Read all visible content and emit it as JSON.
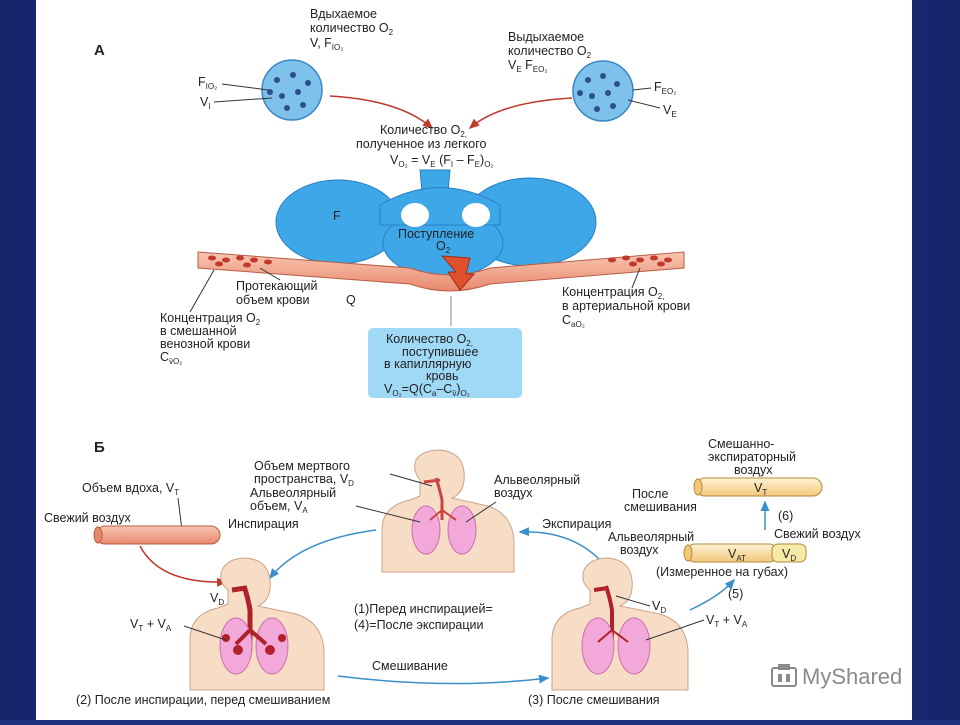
{
  "panel_a": {
    "letter": "А",
    "inhaled": {
      "line1": "Вдыхаемое",
      "line2": "количество O",
      "line2_sub": "2",
      "line3": "V, F",
      "line3_sub": "IO₂",
      "f_label": "F",
      "f_sub": "IO₂",
      "v_label": "V",
      "v_sub": "I"
    },
    "exhaled": {
      "line1": "Выдыхаемое",
      "line2": "количество O",
      "line2_sub": "2",
      "line3": "V",
      "line3_sub": "E",
      "line3b": " F",
      "line3b_sub": "EO₂",
      "f_label": "F",
      "f_sub": "EO₂",
      "v_label": "V",
      "v_sub": "E"
    },
    "lung": {
      "line1": "Количество O",
      "line1_sub": "2,",
      "line2": "полученное из легкого",
      "line3": "V",
      "line3_sub": "O₂",
      "line3_rest": " = V",
      "line3_sub2": "E",
      "line3_rest2": " (F",
      "line3_sub3": "I",
      "line3_rest3": " – F",
      "line3_sub4": "E",
      "line3_rest4": ")",
      "line3_sub5": "O₂"
    },
    "alveolus_f": "F",
    "uptake": {
      "line1": "Поступление",
      "line2": "O",
      "line2_sub": "2"
    },
    "blood_flow": {
      "line1": "Протекающий",
      "line2": "объем крови",
      "line3": "Q"
    },
    "venous": {
      "line1": "Концентрация O",
      "line1_sub": "2",
      "line2": "в смешанной",
      "line3": "венозной крови",
      "line4": "C",
      "line4_sub": "v̄O₂"
    },
    "arterial": {
      "line1": "Концентрация O",
      "line1_sub": "2,",
      "line2": "в артериальной крови",
      "line3": "C",
      "line3_sub": "aO₂"
    },
    "capillary_box": {
      "line1": "Количество O",
      "line1_sub": "2,",
      "line2": "поступившее",
      "line3": "в капиллярную",
      "line4": "кровь",
      "line5": "V",
      "line5_sub": "O₂",
      "line5_rest": "=Q(C",
      "line5_sub2": "a",
      "line5_rest2": "–C",
      "line5_sub3": "v̄",
      "line5_rest3": ")",
      "line5_sub4": "O₂"
    }
  },
  "panel_b": {
    "letter": "Б",
    "dead_space": {
      "line1": "Объем мертвого",
      "line2": "пространства, V",
      "line2_sub": "D"
    },
    "alveolar_vol": {
      "line1": "Альвеолярный",
      "line2": "объем, V",
      "line2_sub": "A"
    },
    "alveolar_air_top": {
      "line1": "Альвеолярный",
      "line2": "воздух"
    },
    "inhale_vol": {
      "text": "Объем вдоха, V",
      "sub": "T"
    },
    "fresh_air_left": "Свежий воздух",
    "inspiration": "Инспирация",
    "expiration": "Экспирация",
    "mixed_exp": {
      "line1": "Смешанно-",
      "line2": "экспираторный",
      "line3": "воздух"
    },
    "after_mixing_right": {
      "line1": "После",
      "line2": "смешивания"
    },
    "tube_vt": {
      "text": "V",
      "sub": "T"
    },
    "step6": "(6)",
    "fresh_air_right": "Свежий воздух",
    "alveolar_air_right": {
      "line1": "Альвеолярный",
      "line2": "воздух"
    },
    "tube_vat": {
      "text": "V",
      "sub": "AT"
    },
    "tube_vd": {
      "text": "V",
      "sub": "D"
    },
    "measured": "(Измеренное на губах)",
    "step5": "(5)",
    "before_insp": {
      "line1": "(1)Перед инспирацией=",
      "line2": "(4)=После экспирации"
    },
    "vd_left": {
      "text": "V",
      "sub": "D"
    },
    "vtva_left": {
      "text": "V",
      "sub": "T",
      "rest": " + V",
      "sub2": "A"
    },
    "vd_right": {
      "text": "V",
      "sub": "D"
    },
    "vtva_right": {
      "text": "V",
      "sub": "T",
      "rest": " + V",
      "sub2": "A"
    },
    "mixing": "Смешивание",
    "caption_2": "(2) После инспирации, перед смешиванием",
    "caption_3": "(3) После смешивания"
  },
  "watermark": "MyShared",
  "colors": {
    "blue_lung": "#3ea7e8",
    "vessel": "#f4a084",
    "alveolar_tissue": "#f2a8d8",
    "tube_yellow": "#f5eaa8",
    "box_blue": "#9fd9f5"
  }
}
